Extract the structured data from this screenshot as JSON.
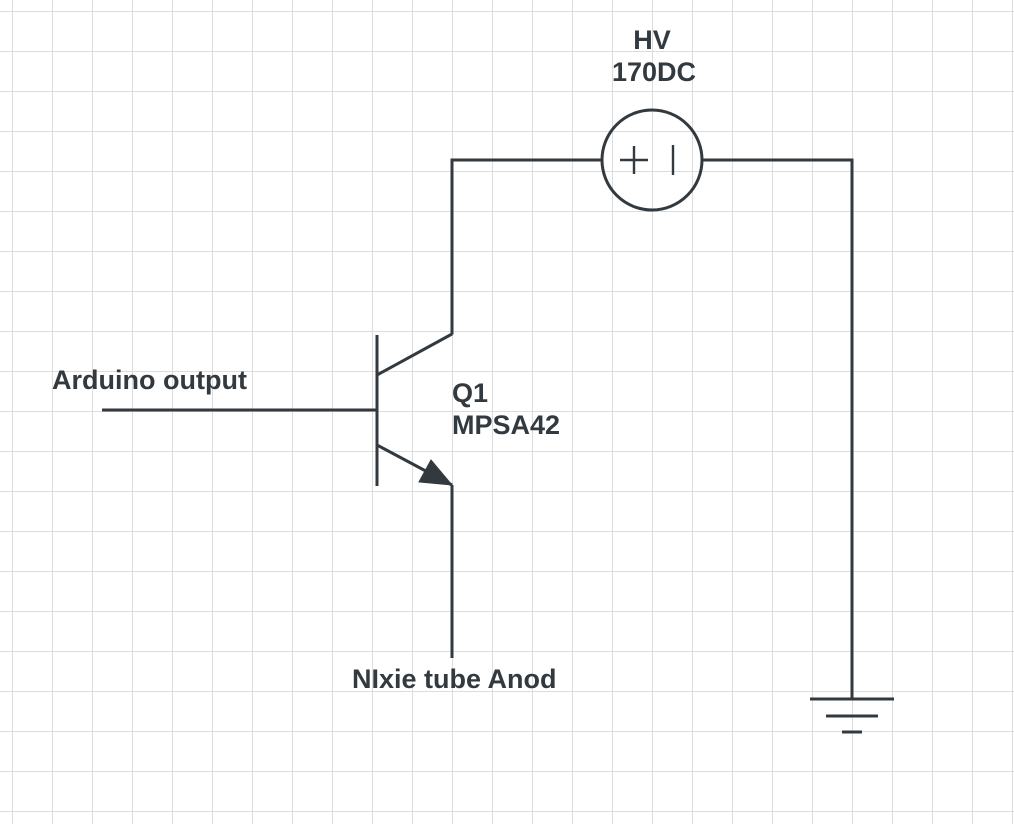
{
  "labels": {
    "hv_line1": "HV",
    "hv_line2": "170DC",
    "input": "Arduino output",
    "q1_ref": "Q1",
    "q1_part": "MPSA42",
    "output": "NIxie tube Anod"
  },
  "style": {
    "wire_color": "#323a40",
    "grid_color": "#dcdcdc",
    "background": "#ffffff"
  }
}
